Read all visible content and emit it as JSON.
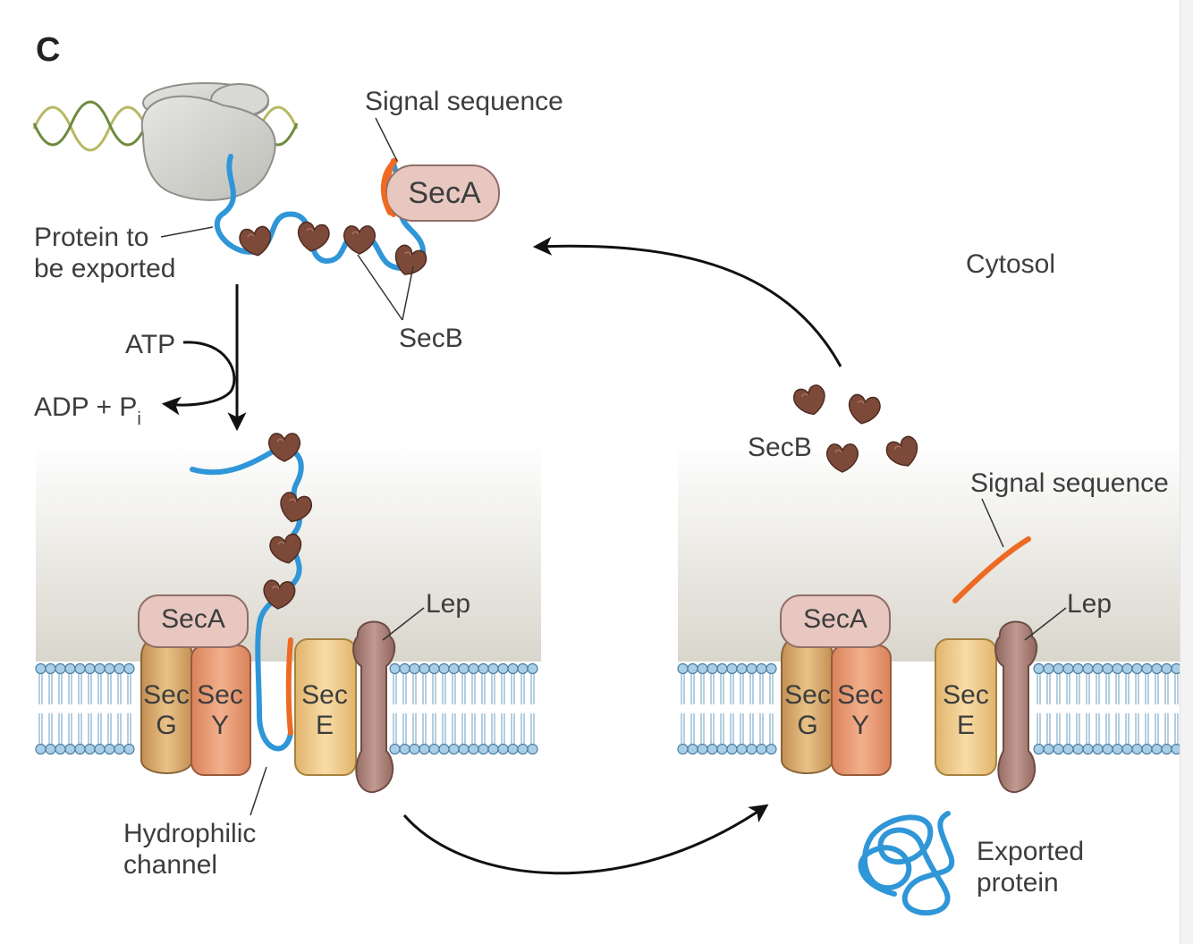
{
  "panel_label": "C",
  "labels": {
    "signal_sequence_top": "Signal sequence",
    "seca_top": "SecA",
    "protein_to_be_exported_line1": "Protein to",
    "protein_to_be_exported_line2": "be exported",
    "secb_top": "SecB",
    "atp": "ATP",
    "adp_pi": "ADP + P",
    "adp_pi_subscript": "i",
    "cytosol": "Cytosol",
    "secb_right": "SecB",
    "signal_sequence_right": "Signal sequence",
    "lep_left": "Lep",
    "lep_right": "Lep",
    "hydrophilic_channel_line1": "Hydrophilic",
    "hydrophilic_channel_line2": "channel",
    "exported_protein_line1": "Exported",
    "exported_protein_line2": "protein"
  },
  "membrane_left": {
    "seca": "SecA",
    "secg": [
      "Sec",
      "G"
    ],
    "secy": [
      "Sec",
      "Y"
    ],
    "sece": [
      "Sec",
      "E"
    ]
  },
  "membrane_right": {
    "seca": "SecA",
    "secg": [
      "Sec",
      "G"
    ],
    "secy": [
      "Sec",
      "Y"
    ],
    "sece": [
      "Sec",
      "E"
    ]
  },
  "colors": {
    "protein_chain": "#2f96d8",
    "signal_sequence": "#ee6a24",
    "secb": "#7d4a3a",
    "seca": "#e7c7c0",
    "secg": "#d8aa6b",
    "secy": "#e89b74",
    "sece": "#f0cf8e",
    "lep": "#a77c74",
    "ribosome": "#d3d3cf",
    "membrane_lipid": "#a9cfe6",
    "cytosol_shading": "#d9d6cc"
  }
}
